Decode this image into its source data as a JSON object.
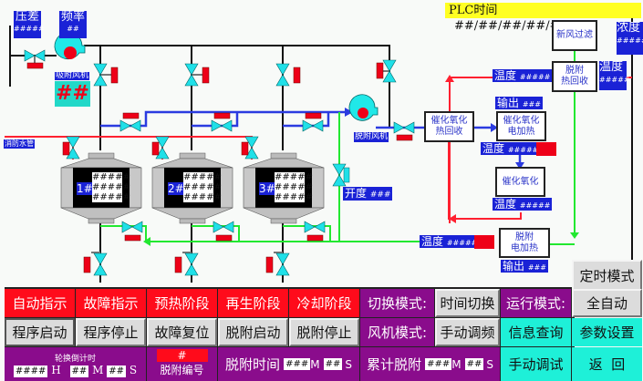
{
  "plc_time": {
    "label": "PLC时间",
    "value": "##/##/##/##/##/##"
  },
  "top_left": {
    "pressure_diff": {
      "label": "压差",
      "value": "#####"
    },
    "frequency": {
      "label": "频率",
      "value": "##"
    },
    "adsorb_fan_label": "吸附风机",
    "adsorb_fan_value": "##"
  },
  "fire_pipe_label": "消防水管",
  "reactors": [
    {
      "id": "1#",
      "values": [
        "#####",
        "#####",
        "#####"
      ]
    },
    {
      "id": "2#",
      "values": [
        "#####",
        "#####",
        "#####"
      ]
    },
    {
      "id": "3#",
      "values": [
        "#####",
        "#####",
        "#####"
      ]
    }
  ],
  "desorb_fan_label": "脱附风机",
  "opening": {
    "label": "开度",
    "value": "###"
  },
  "boxes": {
    "fresh_air_filter": "新风过滤",
    "desorb_heat_recovery": [
      "脱附",
      "热回收"
    ],
    "catalytic_heat_recovery": [
      "催化氧化",
      "热回收"
    ],
    "catalytic_electric_heat": [
      "催化氧化",
      "电加热"
    ],
    "catalytic_oxidation": "催化氧化",
    "desorb_electric_heat": [
      "脱附",
      "电加热"
    ]
  },
  "readouts": {
    "concentration": {
      "label": "浓度",
      "value": "#####"
    },
    "temp_right": {
      "label": "温度",
      "value": "#####"
    },
    "temp_recovery": {
      "label": "温度",
      "value": "#####"
    },
    "output_catalytic": {
      "label": "输出",
      "value": "###"
    },
    "temp_catalytic_heat": {
      "label": "温度",
      "value": "#####"
    },
    "temp_catalytic": {
      "label": "温度",
      "value": "#####"
    },
    "temp_desorb": {
      "label": "温度",
      "value": "#####"
    },
    "output_desorb": {
      "label": "输出",
      "value": "###"
    }
  },
  "timer_mode_button": "定时模式",
  "indicators": [
    "自动指示",
    "故障指示",
    "预热阶段",
    "再生阶段",
    "冷却阶段"
  ],
  "switch_mode": {
    "label": "切换模式:",
    "value": "时间切换"
  },
  "run_mode": {
    "label": "运行模式:",
    "value": "全自动"
  },
  "buttons_row2": [
    "程序启动",
    "程序停止",
    "故障复位",
    "脱附启动",
    "脱附停止"
  ],
  "fan_mode": {
    "label": "风机模式:",
    "value": "手动调频"
  },
  "info_query": "信息查询",
  "param_settings": "参数设置",
  "rotation_countdown": {
    "label": "轮换倒计时",
    "h": "####",
    "h_unit": "H",
    "m": "##",
    "m_unit": "M",
    "s": "##",
    "s_unit": "S"
  },
  "desorb_number": {
    "value": "#",
    "label": "脱附编号"
  },
  "desorb_time": {
    "label": "脱附时间",
    "m": "###",
    "m_unit": "M",
    "s": "##",
    "s_unit": "S"
  },
  "cumulative_desorb": {
    "label": "累计脱附",
    "m": "###",
    "m_unit": "M",
    "s": "##",
    "s_unit": "S"
  },
  "manual_debug": "手动调试",
  "back": "返  回"
}
